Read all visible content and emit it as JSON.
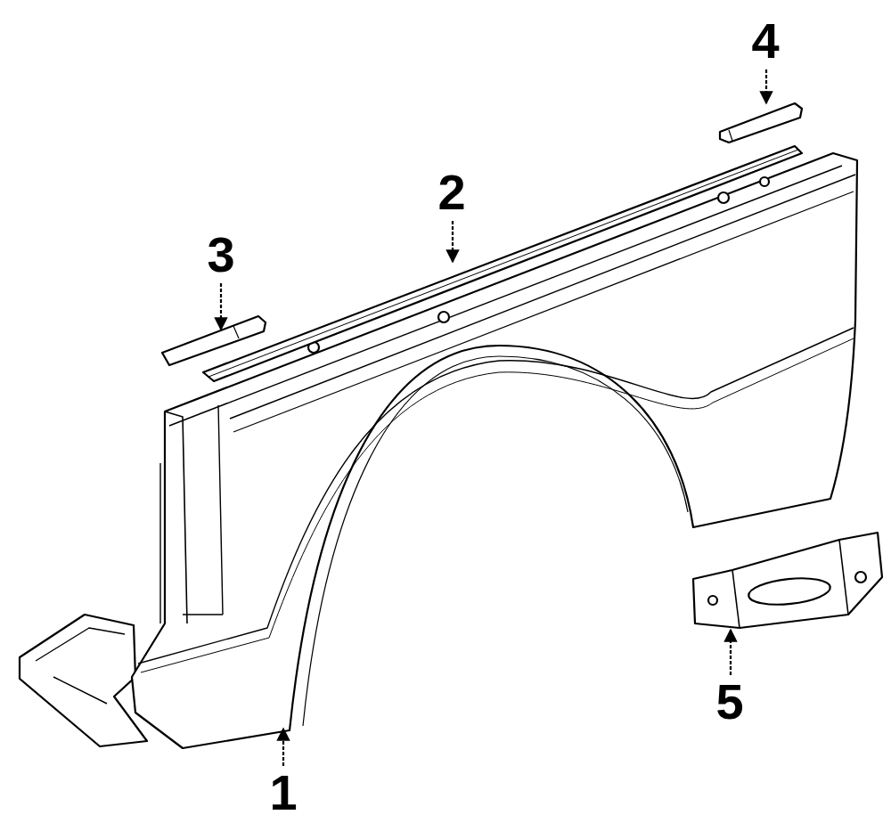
{
  "diagram": {
    "labels": [
      "4",
      "2",
      "3",
      "5",
      "1"
    ]
  }
}
